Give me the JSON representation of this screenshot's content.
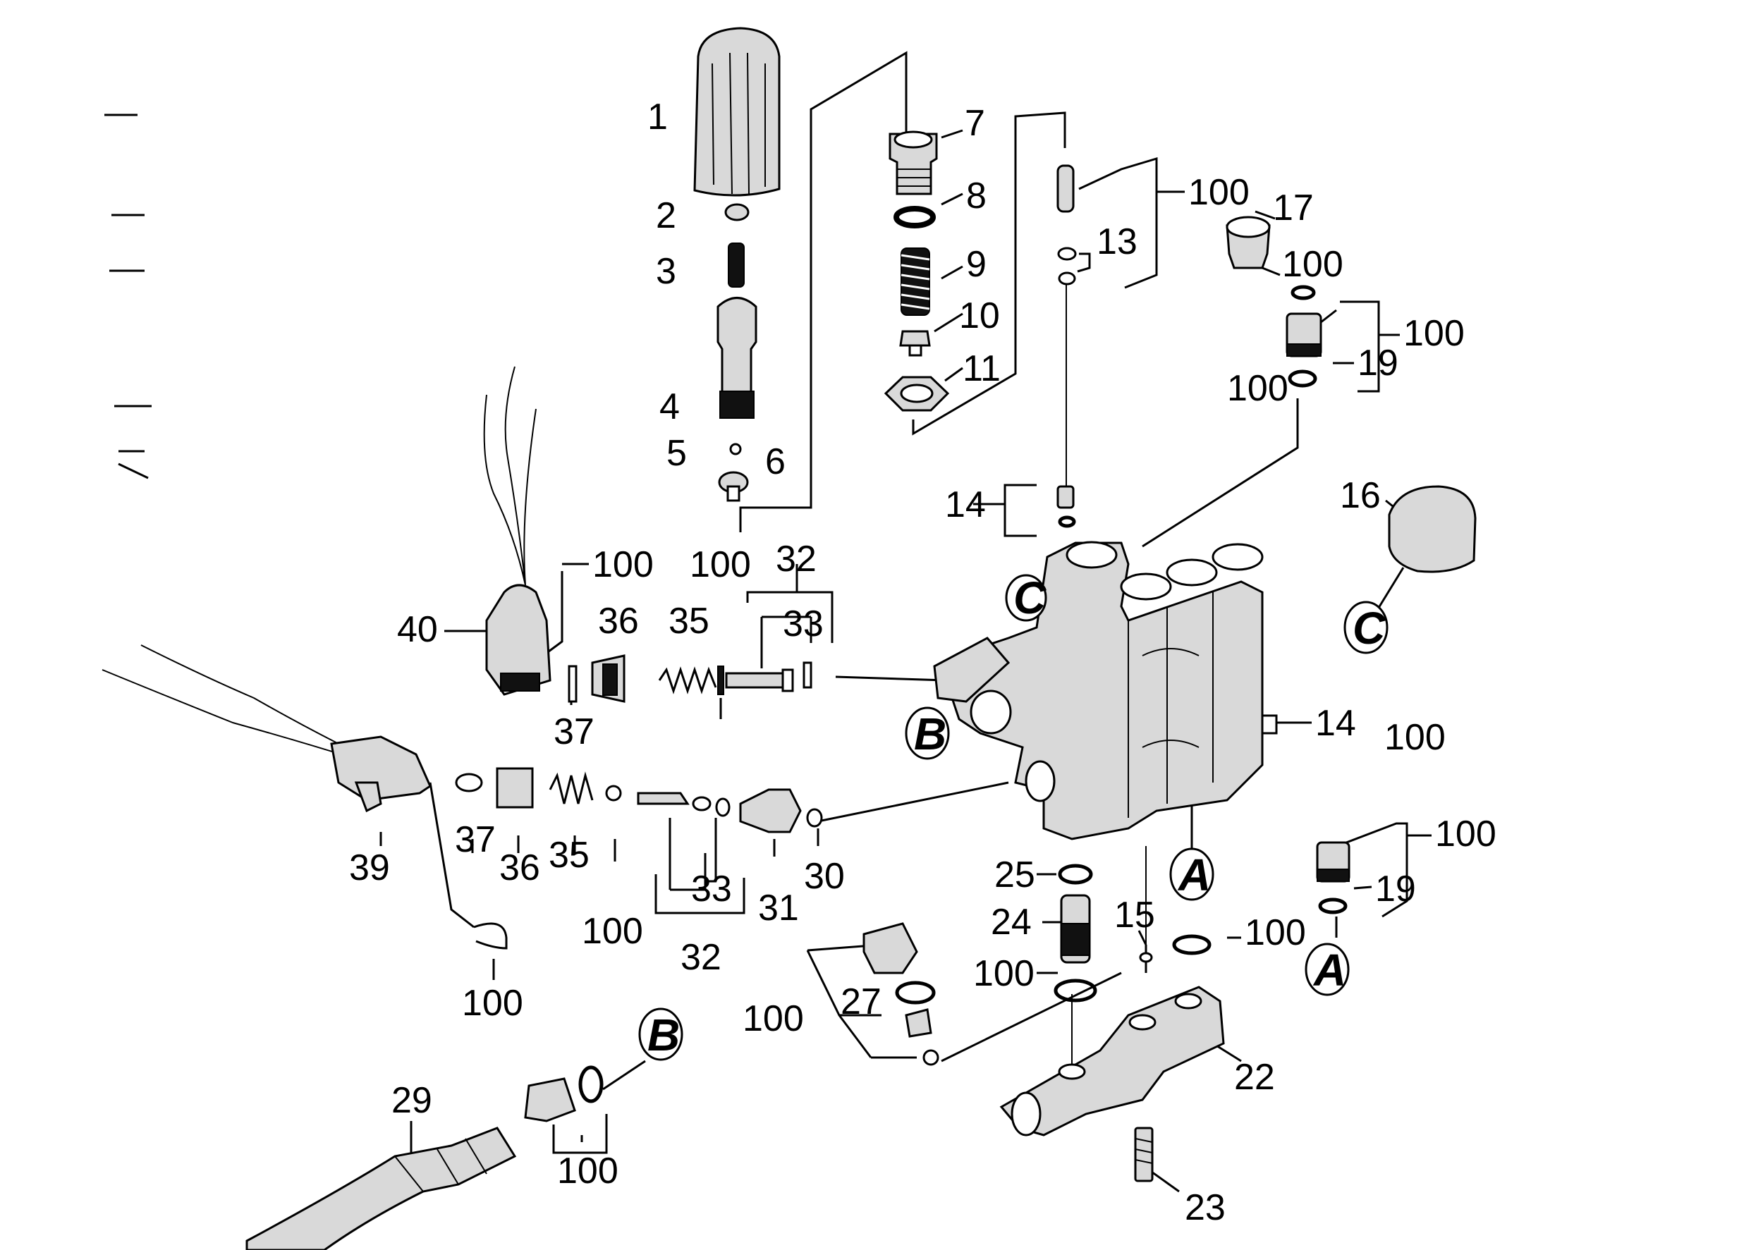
{
  "diagram": {
    "part_numbers": {
      "p1": "1",
      "p2": "2",
      "p3": "3",
      "p4": "4",
      "p5": "5",
      "p6": "6",
      "p7": "7",
      "p8": "8",
      "p9": "9",
      "p10": "10",
      "p11": "11",
      "p13": "13",
      "p14a": "14",
      "p14b": "14",
      "p15": "15",
      "p16": "16",
      "p17": "17",
      "p19a": "19",
      "p19b": "19",
      "p22": "22",
      "p23": "23",
      "p24": "24",
      "p25": "25",
      "p27": "27",
      "p29": "29",
      "p30": "30",
      "p31": "31",
      "p32a": "32",
      "p32b": "32",
      "p33a": "33",
      "p33b": "33",
      "p35a": "35",
      "p35b": "35",
      "p36a": "36",
      "p36b": "36",
      "p37a": "37",
      "p37b": "37",
      "p39": "39",
      "p40": "40",
      "k100a": "100",
      "k100b": "100",
      "k100c": "100",
      "k100d": "100",
      "k100e": "100",
      "k100f": "100",
      "k100g": "100",
      "k100h": "100",
      "k100i": "100",
      "k100j": "100",
      "k100k": "100",
      "k100l": "100",
      "k100m": "100",
      "k100n": "100"
    },
    "references": {
      "refA1": "A",
      "refA2": "A",
      "refB1": "B",
      "refB2": "B",
      "refC1": "C",
      "refC2": "C"
    }
  }
}
